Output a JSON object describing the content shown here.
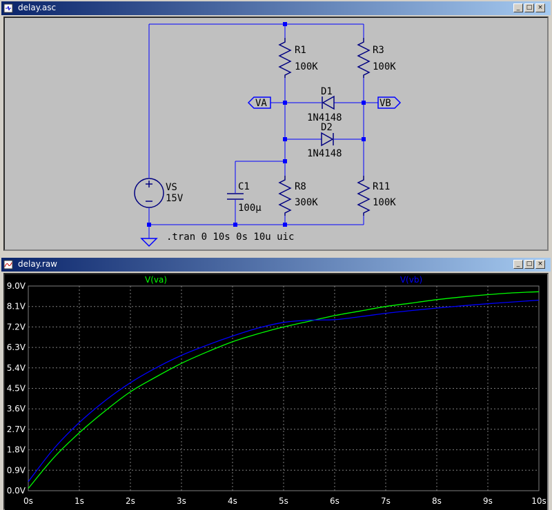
{
  "schematic_window": {
    "title": "delay.asc",
    "buttons": {
      "minimize": "_",
      "restore": "□",
      "close": "×"
    },
    "components": {
      "R1": {
        "name": "R1",
        "value": "100K"
      },
      "R3": {
        "name": "R3",
        "value": "100K"
      },
      "R8": {
        "name": "R8",
        "value": "300K"
      },
      "R11": {
        "name": "R11",
        "value": "100K"
      },
      "D1": {
        "name": "D1",
        "value": "1N4148"
      },
      "D2": {
        "name": "D2",
        "value": "1N4148"
      },
      "C1": {
        "name": "C1",
        "value": "100µ"
      },
      "VS": {
        "name": "VS",
        "value": "15V"
      }
    },
    "labels": {
      "va": "VA",
      "vb": "VB"
    },
    "directive": ".tran 0 10s 0s 10u uic",
    "colors": {
      "background": "#c0c0c0",
      "wire": "#0000ff",
      "component": "#000080",
      "text": "#000000"
    }
  },
  "waveform_window": {
    "title": "delay.raw",
    "buttons": {
      "minimize": "_",
      "restore": "□",
      "close": "×"
    },
    "colors": {
      "background": "#000000",
      "grid": "#808080",
      "axis_text": "#ffffff"
    },
    "chart_data": {
      "type": "line",
      "title": "",
      "xlabel": "",
      "ylabel": "",
      "xlim": [
        0,
        10
      ],
      "ylim": [
        0,
        9
      ],
      "x_ticks": [
        "0s",
        "1s",
        "2s",
        "3s",
        "4s",
        "5s",
        "6s",
        "7s",
        "8s",
        "9s",
        "10s"
      ],
      "y_ticks": [
        "0.0V",
        "0.9V",
        "1.8V",
        "2.7V",
        "3.6V",
        "4.5V",
        "5.4V",
        "6.3V",
        "7.2V",
        "8.1V",
        "9.0V"
      ],
      "grid": true,
      "series": [
        {
          "name": "V(va)",
          "color": "#00ff00",
          "x": [
            0,
            0.5,
            1,
            1.5,
            2,
            2.5,
            3,
            3.5,
            4,
            4.5,
            5,
            5.5,
            6,
            6.5,
            7,
            7.5,
            8,
            8.5,
            9,
            9.5,
            10
          ],
          "y": [
            0.1,
            1.45,
            2.55,
            3.5,
            4.35,
            5.0,
            5.6,
            6.1,
            6.55,
            6.9,
            7.2,
            7.45,
            7.7,
            7.9,
            8.1,
            8.25,
            8.4,
            8.52,
            8.62,
            8.7,
            8.75
          ]
        },
        {
          "name": "V(vb)",
          "color": "#0000ff",
          "x": [
            0,
            0.5,
            1,
            1.5,
            2,
            2.5,
            3,
            3.5,
            4,
            4.5,
            5,
            5.5,
            6,
            6.5,
            7,
            7.5,
            8,
            8.5,
            9,
            9.5,
            10
          ],
          "y": [
            0.4,
            1.85,
            3.0,
            3.95,
            4.75,
            5.4,
            5.95,
            6.4,
            6.8,
            7.15,
            7.4,
            7.5,
            7.52,
            7.65,
            7.8,
            7.92,
            8.03,
            8.13,
            8.22,
            8.3,
            8.38
          ]
        }
      ]
    }
  }
}
